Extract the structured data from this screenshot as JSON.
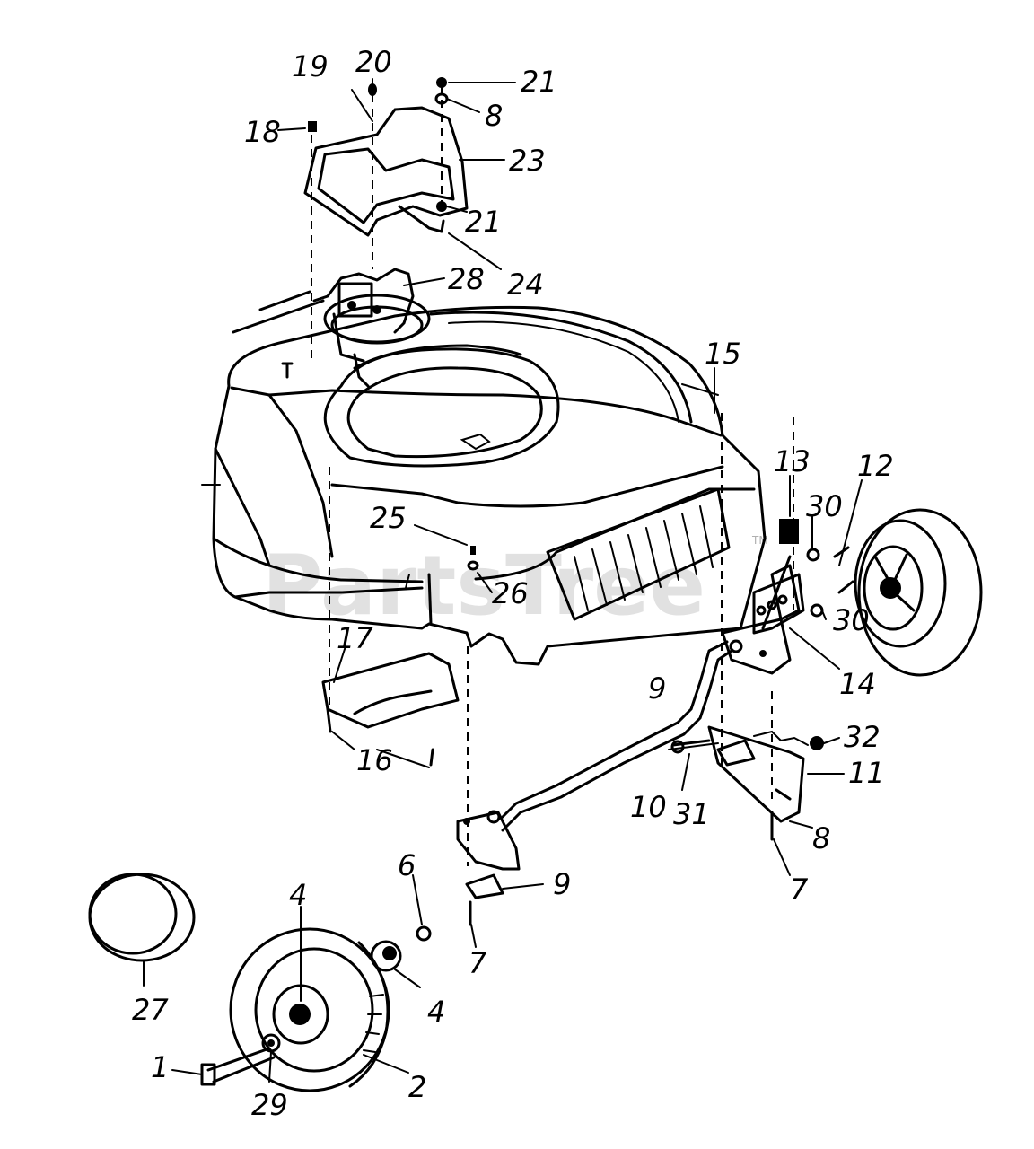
{
  "watermark": {
    "text": "PartsTree",
    "trademark": "TM"
  },
  "callouts": [
    {
      "id": "c1",
      "text": "1"
    },
    {
      "id": "c2",
      "text": "2"
    },
    {
      "id": "c4a",
      "text": "4"
    },
    {
      "id": "c4b",
      "text": "4"
    },
    {
      "id": "c6",
      "text": "6"
    },
    {
      "id": "c7a",
      "text": "7"
    },
    {
      "id": "c7b",
      "text": "7"
    },
    {
      "id": "c8a",
      "text": "8"
    },
    {
      "id": "c8b",
      "text": "8"
    },
    {
      "id": "c9a",
      "text": "9"
    },
    {
      "id": "c9b",
      "text": "9"
    },
    {
      "id": "c10",
      "text": "10"
    },
    {
      "id": "c11",
      "text": "11"
    },
    {
      "id": "c12",
      "text": "12"
    },
    {
      "id": "c13",
      "text": "13"
    },
    {
      "id": "c14",
      "text": "14"
    },
    {
      "id": "c15",
      "text": "15"
    },
    {
      "id": "c16",
      "text": "16"
    },
    {
      "id": "c17",
      "text": "17"
    },
    {
      "id": "c18",
      "text": "18"
    },
    {
      "id": "c19",
      "text": "19"
    },
    {
      "id": "c20",
      "text": "20"
    },
    {
      "id": "c21a",
      "text": "21"
    },
    {
      "id": "c21b",
      "text": "21"
    },
    {
      "id": "c23",
      "text": "23"
    },
    {
      "id": "c24",
      "text": "24"
    },
    {
      "id": "c25",
      "text": "25"
    },
    {
      "id": "c26",
      "text": "26"
    },
    {
      "id": "c27",
      "text": "27"
    },
    {
      "id": "c28",
      "text": "28"
    },
    {
      "id": "c29",
      "text": "29"
    },
    {
      "id": "c30a",
      "text": "30"
    },
    {
      "id": "c30b",
      "text": "30"
    },
    {
      "id": "c31",
      "text": "31"
    },
    {
      "id": "c32",
      "text": "32"
    }
  ]
}
